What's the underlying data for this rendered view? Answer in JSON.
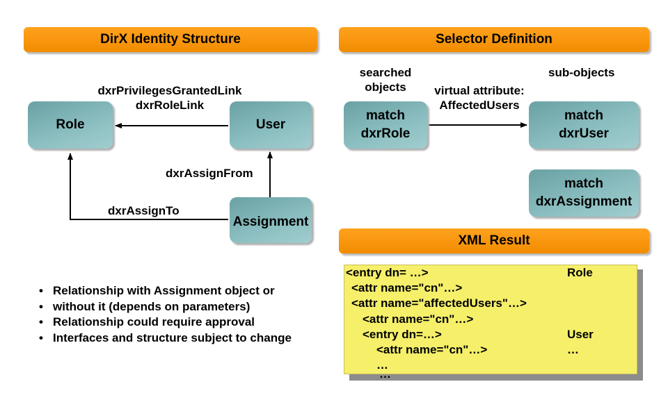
{
  "banners": {
    "structure": "DirX Identity Structure",
    "selector": "Selector Definition",
    "xml": "XML Result"
  },
  "structure": {
    "nodes": {
      "role": "Role",
      "user": "User",
      "assignment": "Assignment"
    },
    "links": {
      "privileges": "dxrPrivilegesGrantedLink",
      "rolelink": "dxrRoleLink",
      "assign_from": "dxrAssignFrom",
      "assign_to": "dxrAssignTo"
    }
  },
  "selector": {
    "searched_label": [
      "searched",
      "objects"
    ],
    "subobjects_label": "sub-objects",
    "virtual_attr": [
      "virtual attribute:",
      "AffectedUsers"
    ],
    "match_role": [
      "match",
      "dxrRole"
    ],
    "match_user": [
      "match",
      "dxrUser"
    ],
    "match_assignment": [
      "match",
      "dxrAssignment"
    ]
  },
  "bullets": [
    "Relationship with Assignment object or",
    "without it (depends on parameters)",
    "Relationship could require approval",
    "Interfaces and structure subject to change"
  ],
  "xml": {
    "lines": [
      "<entry dn= …>",
      "  <attr name=\"cn\"…>",
      "  <attr name=\"affectedUsers\"…>",
      "    <attr name=\"cn\"…>",
      "    <entry dn=…>",
      "      <attr name=\"cn\"…>",
      "        …",
      "        …"
    ],
    "right": [
      "Role",
      "User",
      "…"
    ]
  }
}
